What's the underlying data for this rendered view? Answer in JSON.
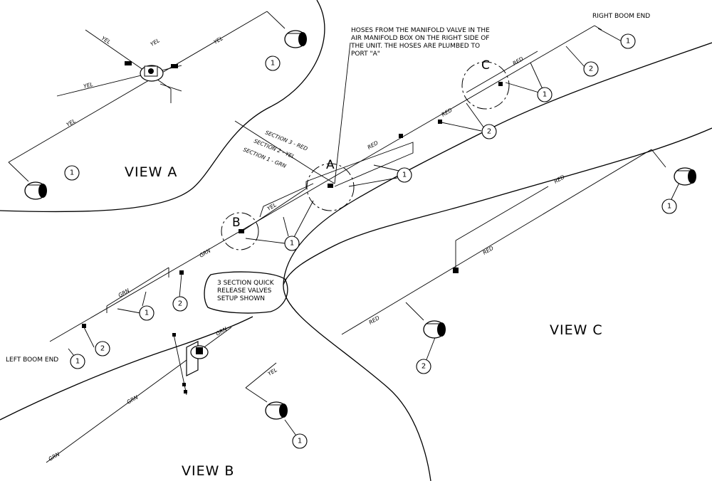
{
  "views": {
    "view_a": "VIEW A",
    "view_b": "VIEW B",
    "view_c": "VIEW C"
  },
  "callouts": {
    "a": "A",
    "b": "B",
    "c": "C"
  },
  "notes": {
    "hoses": [
      "HOSES FROM THE MANIFOLD VALVE IN THE",
      "AIR MANIFOLD BOX ON THE RIGHT SIDE OF",
      "THE UNIT. THE HOSES ARE PLUMBED TO",
      "PORT \"A\""
    ],
    "quick_release": [
      "3 SECTION QUICK",
      "RELEASE VALVES",
      "SETUP SHOWN"
    ],
    "right_boom_end": "RIGHT BOOM END",
    "left_boom_end": "LEFT BOOM END"
  },
  "sections": {
    "s3": "SECTION 3 - RED",
    "s2": "SECTION 2 - YEL",
    "s1": "SECTION 1 - GRN"
  },
  "hose_labels": {
    "yel": "YEL",
    "red": "RED",
    "grn": "GRN"
  },
  "balloons": {
    "one": "1",
    "two": "2"
  }
}
